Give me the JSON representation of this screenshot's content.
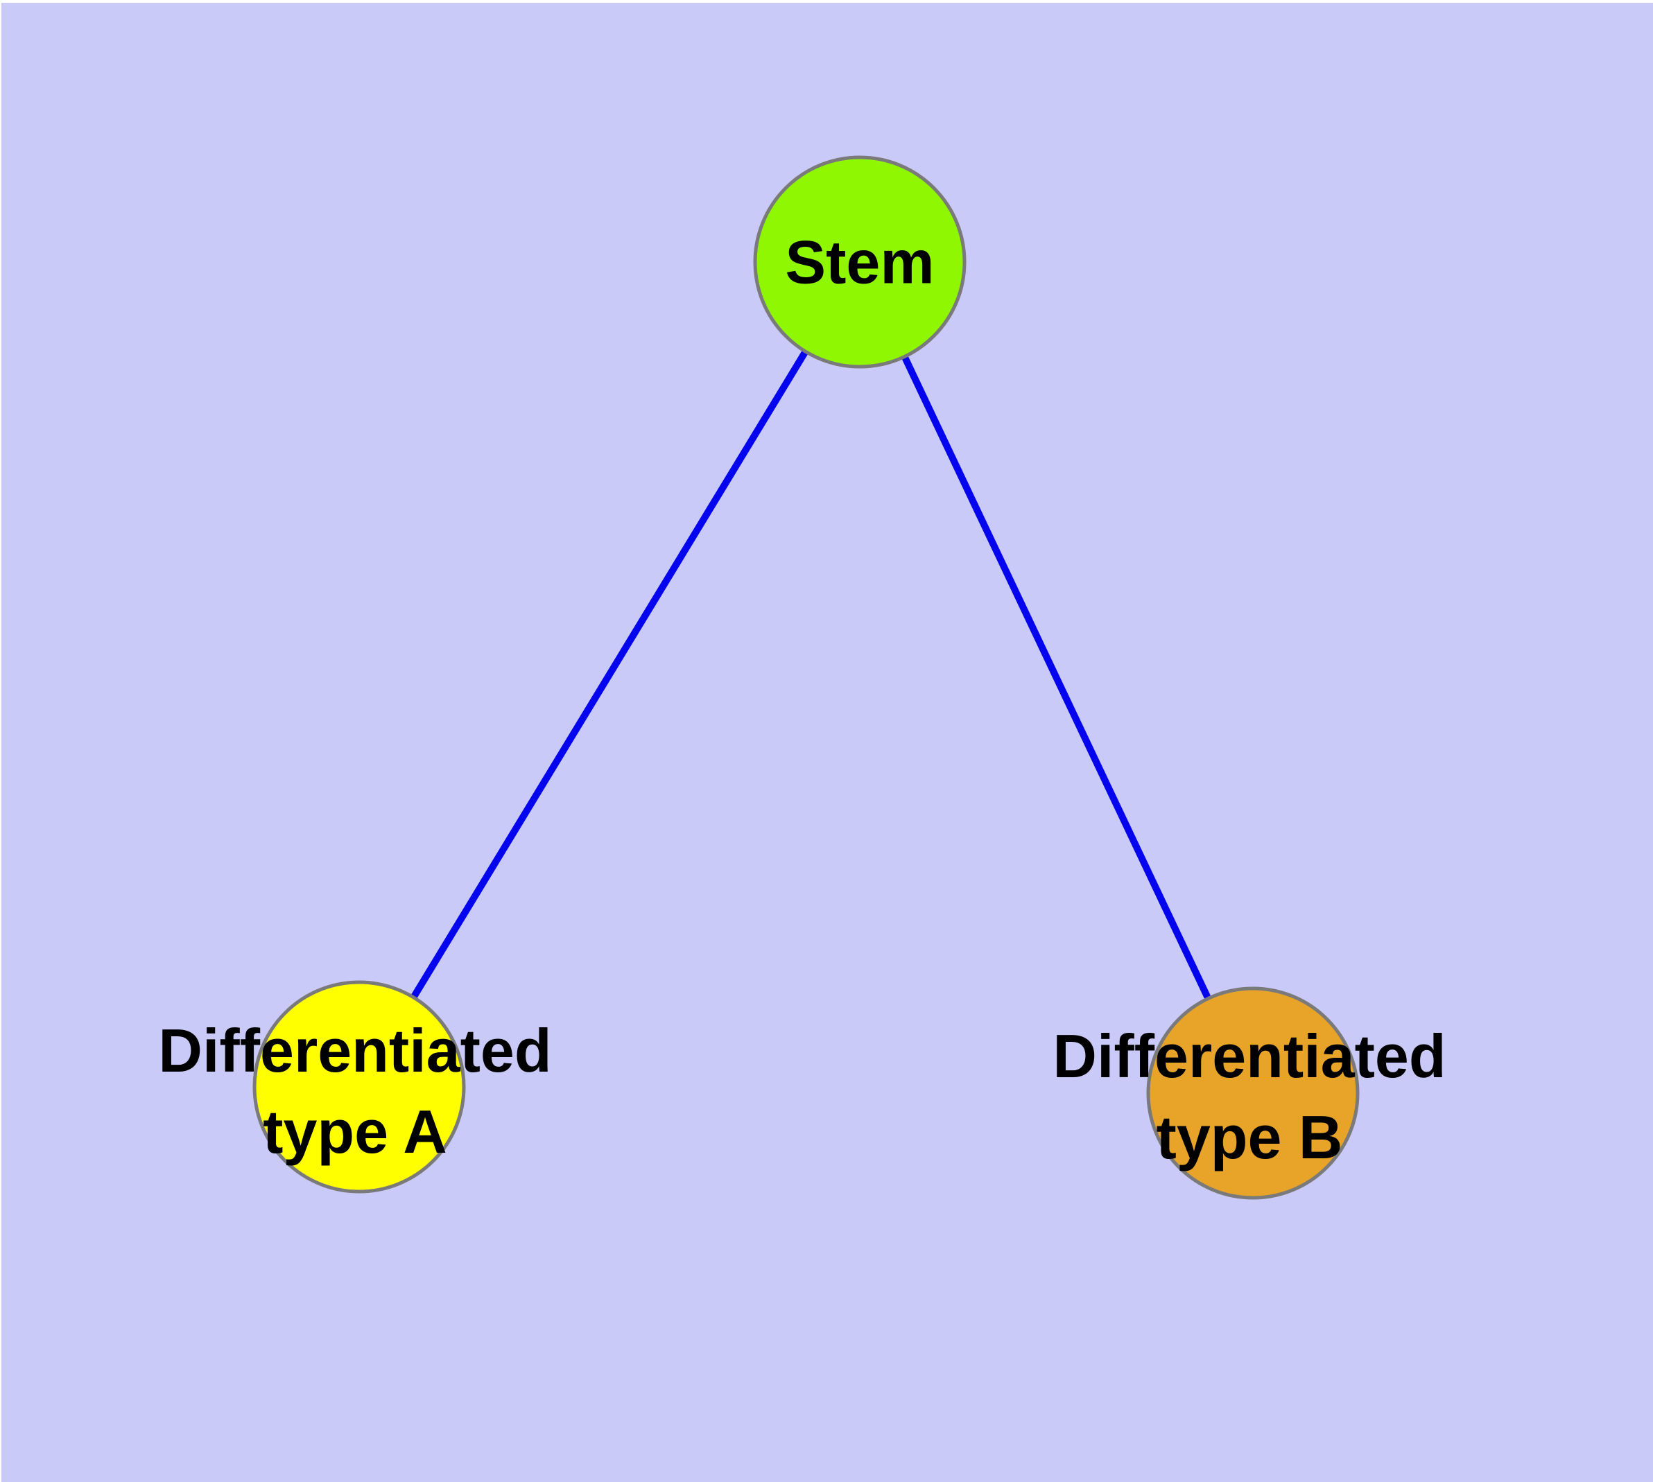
{
  "diagram": {
    "type": "graph",
    "background_color": "#CACAF8",
    "edge_color": "#0404EF",
    "edge_width": 10,
    "node_border_color": "#7A7A7A",
    "nodes": [
      {
        "id": "stem",
        "label": "Stem",
        "label_lines": [
          "Stem"
        ],
        "fill": "#8FF702"
      },
      {
        "id": "type-a",
        "label": "Differentiated type A",
        "label_lines": [
          "Differentiated",
          "type A"
        ],
        "fill": "#FFFF00"
      },
      {
        "id": "type-b",
        "label": "Differentiated type B",
        "label_lines": [
          "Differentiated",
          "type B"
        ],
        "fill": "#E8A329"
      }
    ],
    "edges": [
      {
        "source": "Stem",
        "target": "Differentiated type A"
      },
      {
        "source": "Stem",
        "target": "Differentiated type B"
      }
    ]
  }
}
